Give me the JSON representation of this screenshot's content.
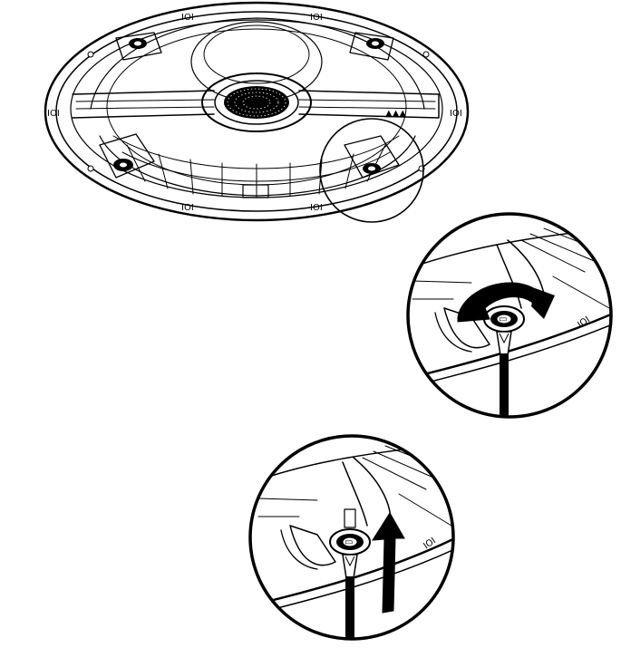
{
  "figure": {
    "kind": "speaker-installation-diagram",
    "ink_color": "#000000",
    "background": "#ffffff",
    "steps": [
      {
        "id": "overview",
        "icon": "in-ceiling-speaker-icon"
      },
      {
        "id": "loosen-screw",
        "icon": "rotate-arrow-icon"
      },
      {
        "id": "lift-clamp",
        "icon": "up-arrow-icon"
      }
    ],
    "markings": {
      "tab_mark": "IOI",
      "screw_mark": "▭",
      "stamp": "▲▲▲"
    }
  }
}
